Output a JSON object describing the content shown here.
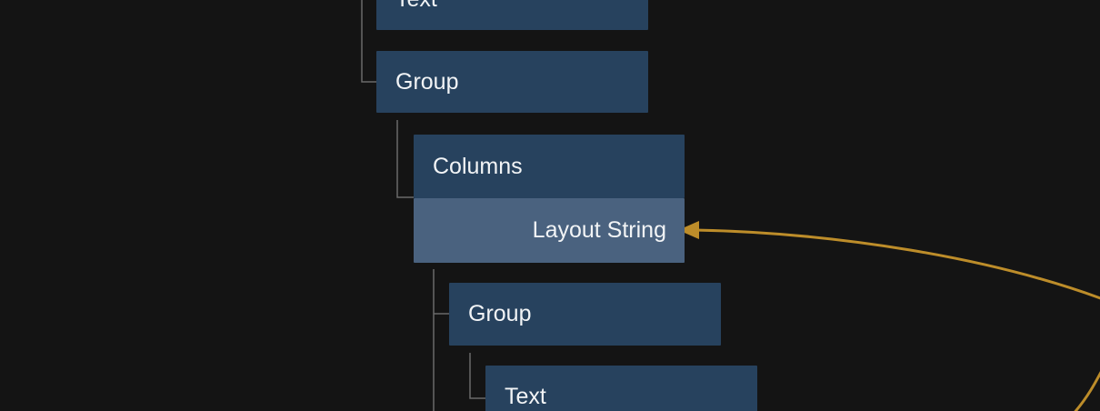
{
  "colors": {
    "background": "#141414",
    "node_fill": "#27425e",
    "node_highlight_fill": "#4a627f",
    "node_text": "#f2f4f6",
    "connector": "#6a6a6a",
    "wire": "#bd8d2a"
  },
  "tree": {
    "nodes": [
      {
        "label": "Text"
      },
      {
        "label": "Group"
      },
      {
        "label": "Columns"
      },
      {
        "label": "Layout String"
      },
      {
        "label": "Group"
      },
      {
        "label": "Text"
      }
    ]
  }
}
